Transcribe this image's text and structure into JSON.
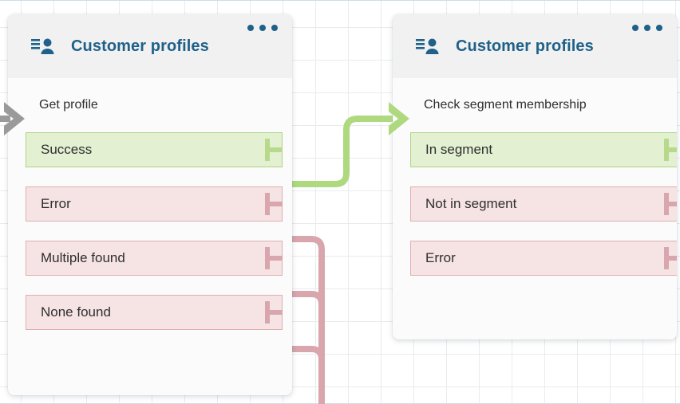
{
  "canvas": {
    "background_color": "#ffffff",
    "grid_color": "#e9eced",
    "grid_size": 41
  },
  "palette": {
    "header_bg": "#f1f1f1",
    "card_bg": "#fbfbfb",
    "title_blue": "#1f6189",
    "success_fill": "#e3f0d2",
    "success_border": "#afd486",
    "success_wire": "#afd97f",
    "error_fill": "#f6e3e4",
    "error_border": "#dfaeb2",
    "error_wire": "#d8a6ac",
    "entry_arrow_gray": "#9a9a9a",
    "label_text": "#2f2f2f"
  },
  "nodes": [
    {
      "id": "get-profile",
      "title": "Customer profiles",
      "icon": "contact-card-person-icon",
      "menu_icon": "kebab-menu-icon",
      "action": "Get profile",
      "entry_arrow": {
        "icon": "entry-arrow-icon",
        "color": "#9a9a9a",
        "state": "inactive"
      },
      "ports": [
        {
          "label": "Success",
          "kind": "success",
          "connected": true
        },
        {
          "label": "Error",
          "kind": "error",
          "connected": true
        },
        {
          "label": "Multiple found",
          "kind": "error",
          "connected": true
        },
        {
          "label": "None found",
          "kind": "error",
          "connected": true
        }
      ]
    },
    {
      "id": "check-segment-membership",
      "title": "Customer profiles",
      "icon": "contact-card-person-icon",
      "menu_icon": "kebab-menu-icon",
      "action": "Check segment membership",
      "entry_arrow": {
        "icon": "entry-arrow-icon",
        "color": "#afd97f",
        "state": "active"
      },
      "ports": [
        {
          "label": "In segment",
          "kind": "success",
          "connected": true
        },
        {
          "label": "Not in segment",
          "kind": "error",
          "connected": true
        },
        {
          "label": "Error",
          "kind": "error",
          "connected": true
        }
      ]
    }
  ],
  "connections": [
    {
      "from": "get-profile.Success",
      "to": "check-segment-membership.entry",
      "color": "#afd97f"
    },
    {
      "from": "get-profile.Error",
      "to": "trunk",
      "color": "#d8a6ac"
    },
    {
      "from": "get-profile.Multiple found",
      "to": "trunk",
      "color": "#d8a6ac"
    },
    {
      "from": "get-profile.None found",
      "to": "trunk",
      "color": "#d8a6ac"
    }
  ]
}
